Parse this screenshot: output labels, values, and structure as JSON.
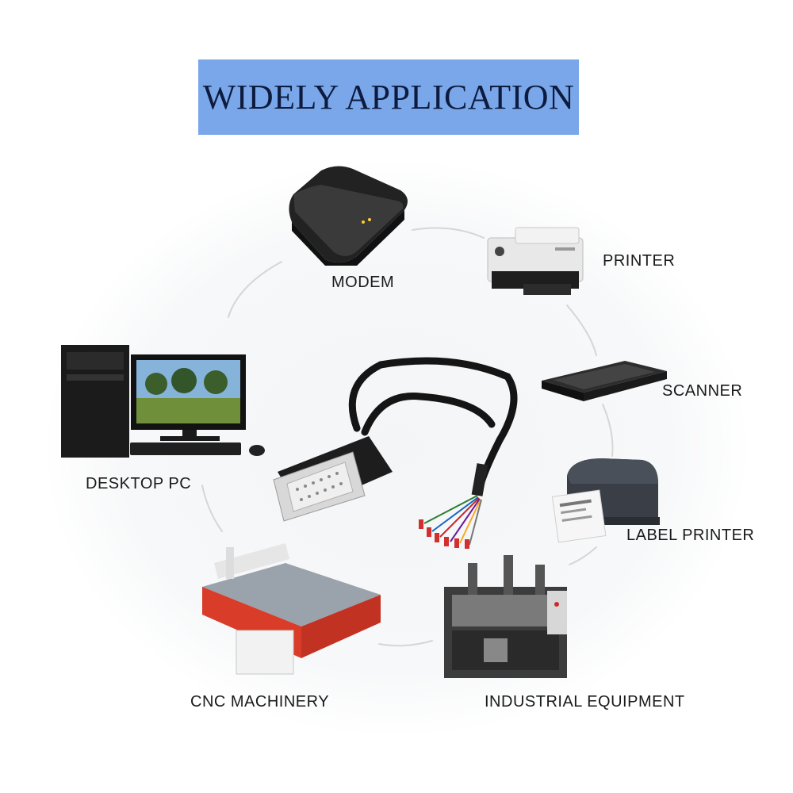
{
  "banner": {
    "title": "WIDELY APPLICATION",
    "background_color": "#7aa7ea",
    "text_color": "#0d1b3e"
  },
  "applications": {
    "modem": "MODEM",
    "printer": "PRINTER",
    "scanner": "SCANNER",
    "label_printer": "LABEL PRINTER",
    "desktop_pc": "DESKTOP PC",
    "cnc_machinery": "CNC MACHINERY",
    "industrial_equipment": "INDUSTRIAL EQUIPMENT"
  },
  "icons": [
    "modem-icon",
    "printer-icon",
    "scanner-icon",
    "label-printer-icon",
    "desktop-pc-icon",
    "cnc-machine-icon",
    "industrial-equipment-icon",
    "db25-cable-icon"
  ]
}
